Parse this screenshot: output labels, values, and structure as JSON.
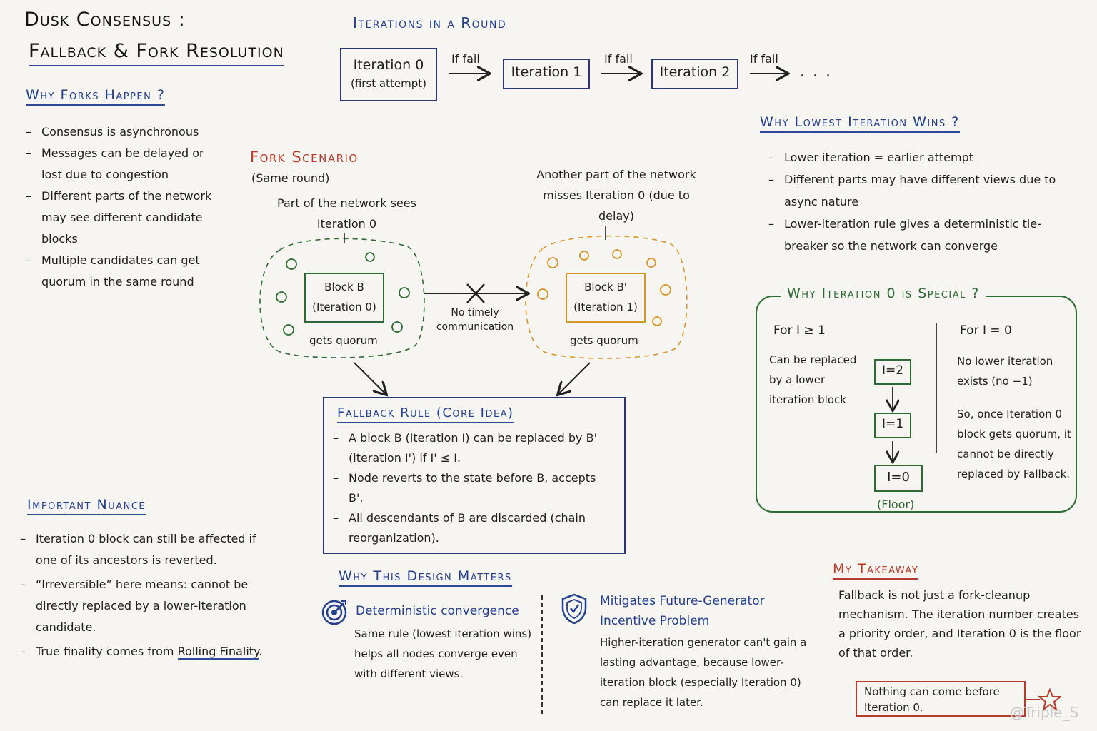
{
  "title": {
    "line1": "Dusk Consensus :",
    "line2": "Fallback & Fork Resolution"
  },
  "iterations": {
    "heading": "Iterations in a Round",
    "iter0": "Iteration 0",
    "iter0_sub": "(first attempt)",
    "iter1": "Iteration 1",
    "iter2": "Iteration 2",
    "if_fail": "If fail",
    "ellipsis": ". . ."
  },
  "why_forks": {
    "heading": "Why Forks Happen ?",
    "items": [
      "Consensus is asynchronous",
      "Messages can be delayed or lost due to congestion",
      "Different parts of the network may see different candidate blocks",
      "Multiple candidates can get quorum in the same round"
    ]
  },
  "fork_scenario": {
    "heading": "Fork Scenario",
    "sub": "(Same round)",
    "left_caption": "Part of the network sees Iteration 0",
    "right_caption": "Another part of the network misses Iteration 0 (due to delay)",
    "block_b": "Block B",
    "block_b_iter": "(Iteration 0)",
    "block_b2": "Block B'",
    "block_b2_iter": "(Iteration 1)",
    "gets_quorum": "gets quorum",
    "no_comm": "No timely communication"
  },
  "fallback_rule": {
    "heading": "Fallback Rule (Core Idea)",
    "items": [
      "A block B (iteration I) can be replaced by B' (iteration I') if I' ≤ I.",
      "Node reverts to the state before B, accepts B'.",
      "All descendants of B are discarded (chain reorganization)."
    ]
  },
  "why_lowest": {
    "heading": "Why Lowest Iteration Wins ?",
    "items": [
      "Lower iteration = earlier attempt",
      "Different parts may have different views due to async nature",
      "Lower-iteration rule gives a deterministic tie-breaker so the network can converge"
    ]
  },
  "why_iter0": {
    "heading": "Why Iteration 0 is Special ?",
    "left_title": "For I ≥ 1",
    "left_text": "Can be replaced by a lower iteration block",
    "i2": "I=2",
    "i1": "I=1",
    "i0": "I=0",
    "floor": "(Floor)",
    "right_title": "For I = 0",
    "right_text1": "No lower iteration exists (no −1)",
    "right_text2": "So, once Iteration 0 block gets quorum, it cannot be directly replaced by Fallback."
  },
  "nuance": {
    "heading": "Important Nuance",
    "item1": "Iteration 0 block can still be affected if one of its ancestors is reverted.",
    "item2": "“Irreversible” here means: cannot be directly replaced by a lower-iteration candidate.",
    "item3_prefix": "True finality comes from",
    "item3_link": "Rolling Finality",
    "item3_suffix": "."
  },
  "design": {
    "heading": "Why This Design Matters",
    "left_title": "Deterministic convergence",
    "left_text": "Same rule (lowest iteration wins) helps all nodes converge even with different views.",
    "right_title": "Mitigates Future-Generator Incentive Problem",
    "right_text": "Higher-iteration generator can't gain a lasting advantage, because lower-iteration block (especially Iteration 0) can replace it later."
  },
  "takeaway": {
    "heading": "My Takeaway",
    "text": "Fallback is not just a fork-cleanup mechanism. The iteration number creates a priority order, and Iteration 0 is the floor of that order.",
    "boxed": "Nothing can come before Iteration 0."
  },
  "watermark": "@Triple_S",
  "colors": {
    "ink_blue": "#23408e",
    "accent_red": "#b53b2a",
    "green": "#2e6b34",
    "orange": "#d8952a",
    "box_navy": "#2a3578"
  }
}
